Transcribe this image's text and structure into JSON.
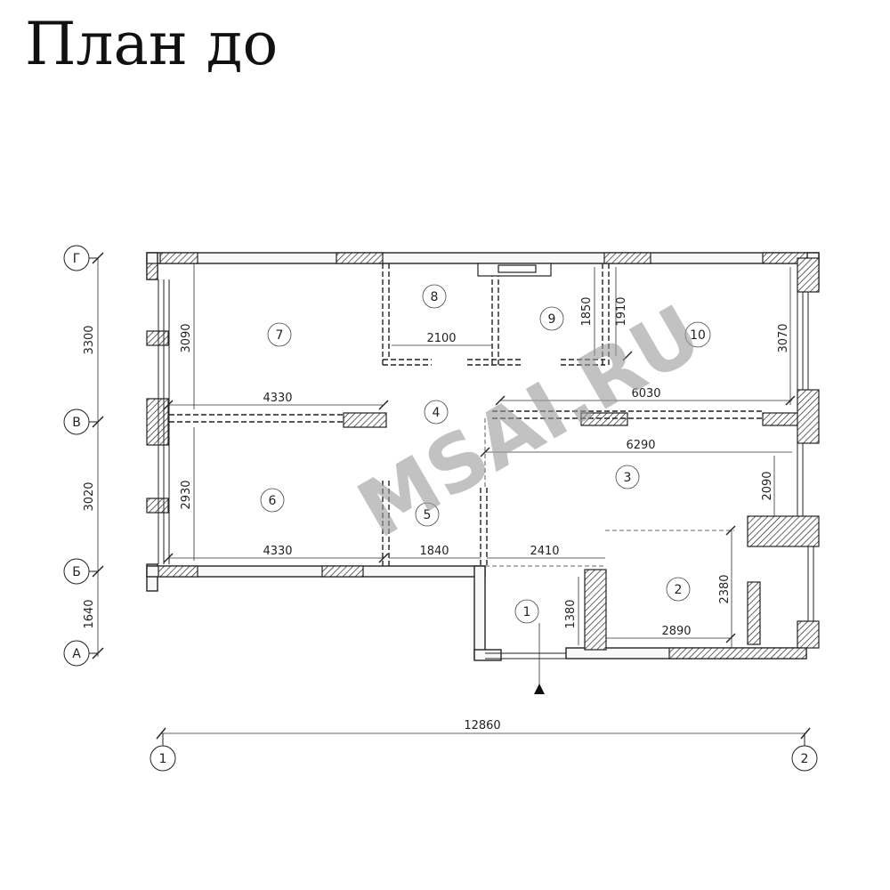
{
  "title": "План до",
  "watermark": "MSAI.RU",
  "rooms": [
    "1",
    "2",
    "3",
    "4",
    "5",
    "6",
    "7",
    "8",
    "9",
    "10"
  ],
  "axes": {
    "g": "Г",
    "v": "В",
    "b": "Б",
    "a": "А",
    "n1": "1",
    "n2": "2"
  },
  "dims": {
    "d3300": "3300",
    "d3020": "3020",
    "d1640": "1640",
    "d3090": "3090",
    "d2930": "2930",
    "d4330a": "4330",
    "d4330b": "4330",
    "d2100": "2100",
    "d1850": "1850",
    "d1910": "1910",
    "d6030": "6030",
    "d3070": "3070",
    "d6290": "6290",
    "d2090": "2090",
    "d1840": "1840",
    "d2410": "2410",
    "d1380": "1380",
    "d2380": "2380",
    "d2890": "2890",
    "d12860": "12860"
  }
}
